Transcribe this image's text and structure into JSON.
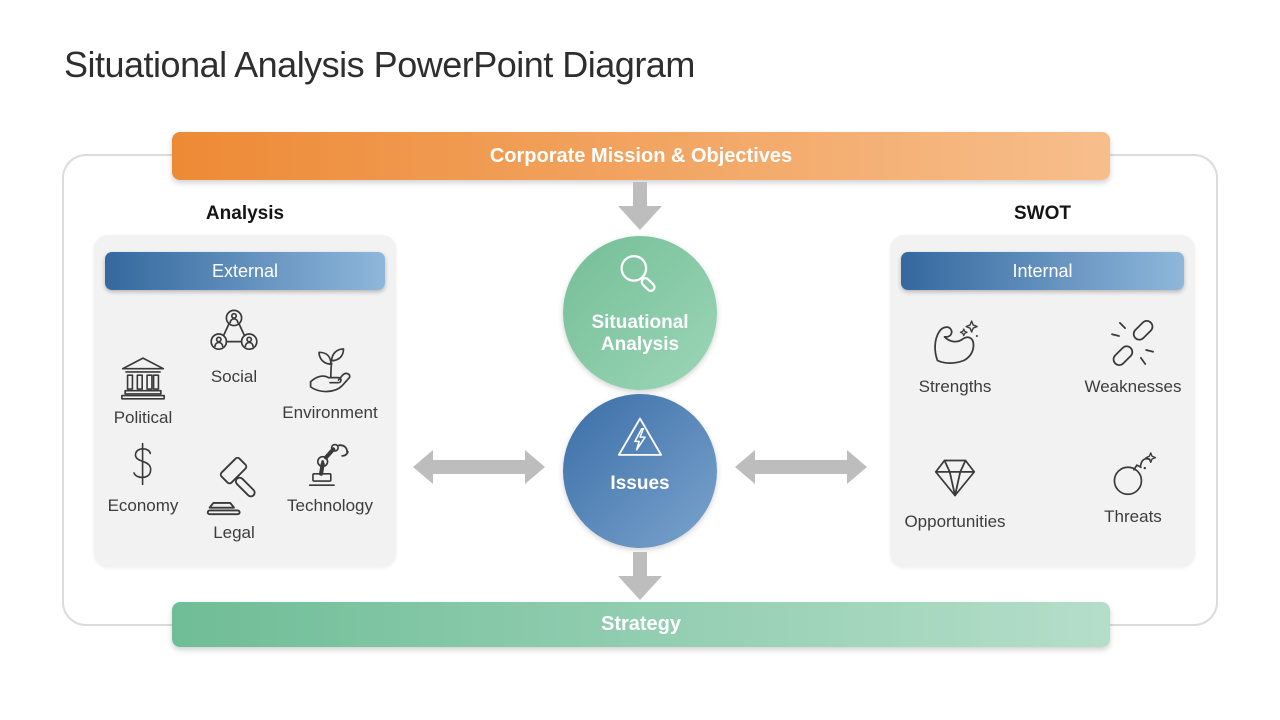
{
  "slide": {
    "title": "Situational Analysis PowerPoint Diagram"
  },
  "banners": {
    "top": "Corporate Mission & Objectives",
    "bottom": "Strategy"
  },
  "left_section": {
    "heading": "Analysis",
    "panel_header": "External",
    "items": [
      {
        "label": "Political",
        "icon": "bank-icon"
      },
      {
        "label": "Social",
        "icon": "people-network-icon"
      },
      {
        "label": "Environment",
        "icon": "hand-plant-icon"
      },
      {
        "label": "Economy",
        "icon": "dollar-icon"
      },
      {
        "label": "Legal",
        "icon": "gavel-icon"
      },
      {
        "label": "Technology",
        "icon": "robot-arm-icon"
      }
    ]
  },
  "right_section": {
    "heading": "SWOT",
    "panel_header": "Internal",
    "items": [
      {
        "label": "Strengths",
        "icon": "biceps-icon"
      },
      {
        "label": "Weaknesses",
        "icon": "broken-chain-icon"
      },
      {
        "label": "Opportunities",
        "icon": "diamond-icon"
      },
      {
        "label": "Threats",
        "icon": "bomb-icon"
      }
    ]
  },
  "center": {
    "top_circle": {
      "label": "Situational Analysis",
      "icon": "magnifier-icon"
    },
    "bottom_circle": {
      "label": "Issues",
      "icon": "warning-triangle-icon"
    }
  },
  "colors": {
    "orange_start": "#ED8A35",
    "orange_end": "#F7BE8C",
    "blue_header_start": "#34689E",
    "blue_header_end": "#8FB7DB",
    "green_circle_start": "#74BE97",
    "green_circle_end": "#9CD6B7",
    "blue_circle_start": "#3A6DA7",
    "blue_circle_end": "#7BA4CD",
    "green_banner_start": "#6FBD97",
    "green_banner_end": "#B5DECA",
    "panel_background": "#F2F2F3",
    "arrow_gray": "#BDBDBD",
    "frame_border": "#DCDCDC"
  }
}
